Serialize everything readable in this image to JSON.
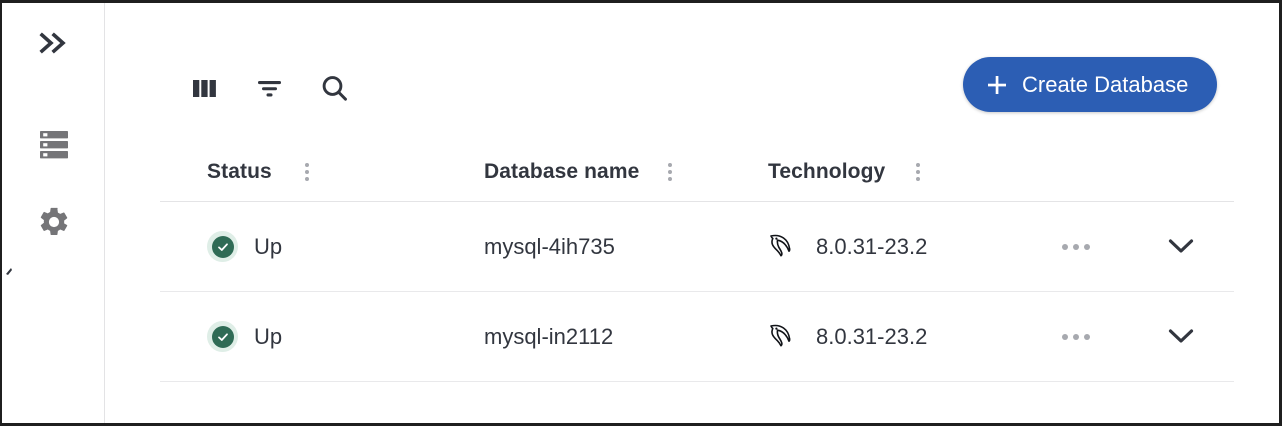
{
  "sidebar": {
    "expand": {
      "icon": "double-chevron-right-icon",
      "label": "Expand navigation"
    },
    "items": [
      {
        "icon": "database-stack-icon",
        "label": "Databases"
      },
      {
        "icon": "gear-icon",
        "label": "Settings"
      }
    ]
  },
  "toolbar": {
    "columns": {
      "icon": "columns-icon",
      "label": "Columns"
    },
    "filter": {
      "icon": "filter-icon",
      "label": "Filter"
    },
    "search": {
      "icon": "search-icon",
      "label": "Search"
    },
    "create_button": {
      "label": "Create Database",
      "icon": "plus-icon",
      "color": "#2c5eb4"
    }
  },
  "table": {
    "columns": [
      {
        "key": "status",
        "label": "Status",
        "menu_icon": "kebab-menu-icon"
      },
      {
        "key": "name",
        "label": "Database name",
        "menu_icon": "kebab-menu-icon"
      },
      {
        "key": "technology",
        "label": "Technology",
        "menu_icon": "kebab-menu-icon"
      }
    ],
    "rows": [
      {
        "status": "Up",
        "status_icon": "check-circle-icon",
        "status_color": "#2f6b55",
        "name": "mysql-4ih735",
        "tech_icon": "mysql-dolphin-icon",
        "tech_version": "8.0.31-23.2",
        "more_icon": "more-horizontal-icon",
        "expand_icon": "chevron-down-icon"
      },
      {
        "status": "Up",
        "status_icon": "check-circle-icon",
        "status_color": "#2f6b55",
        "name": "mysql-in2112",
        "tech_icon": "mysql-dolphin-icon",
        "tech_version": "8.0.31-23.2",
        "more_icon": "more-horizontal-icon",
        "expand_icon": "chevron-down-icon"
      }
    ]
  }
}
